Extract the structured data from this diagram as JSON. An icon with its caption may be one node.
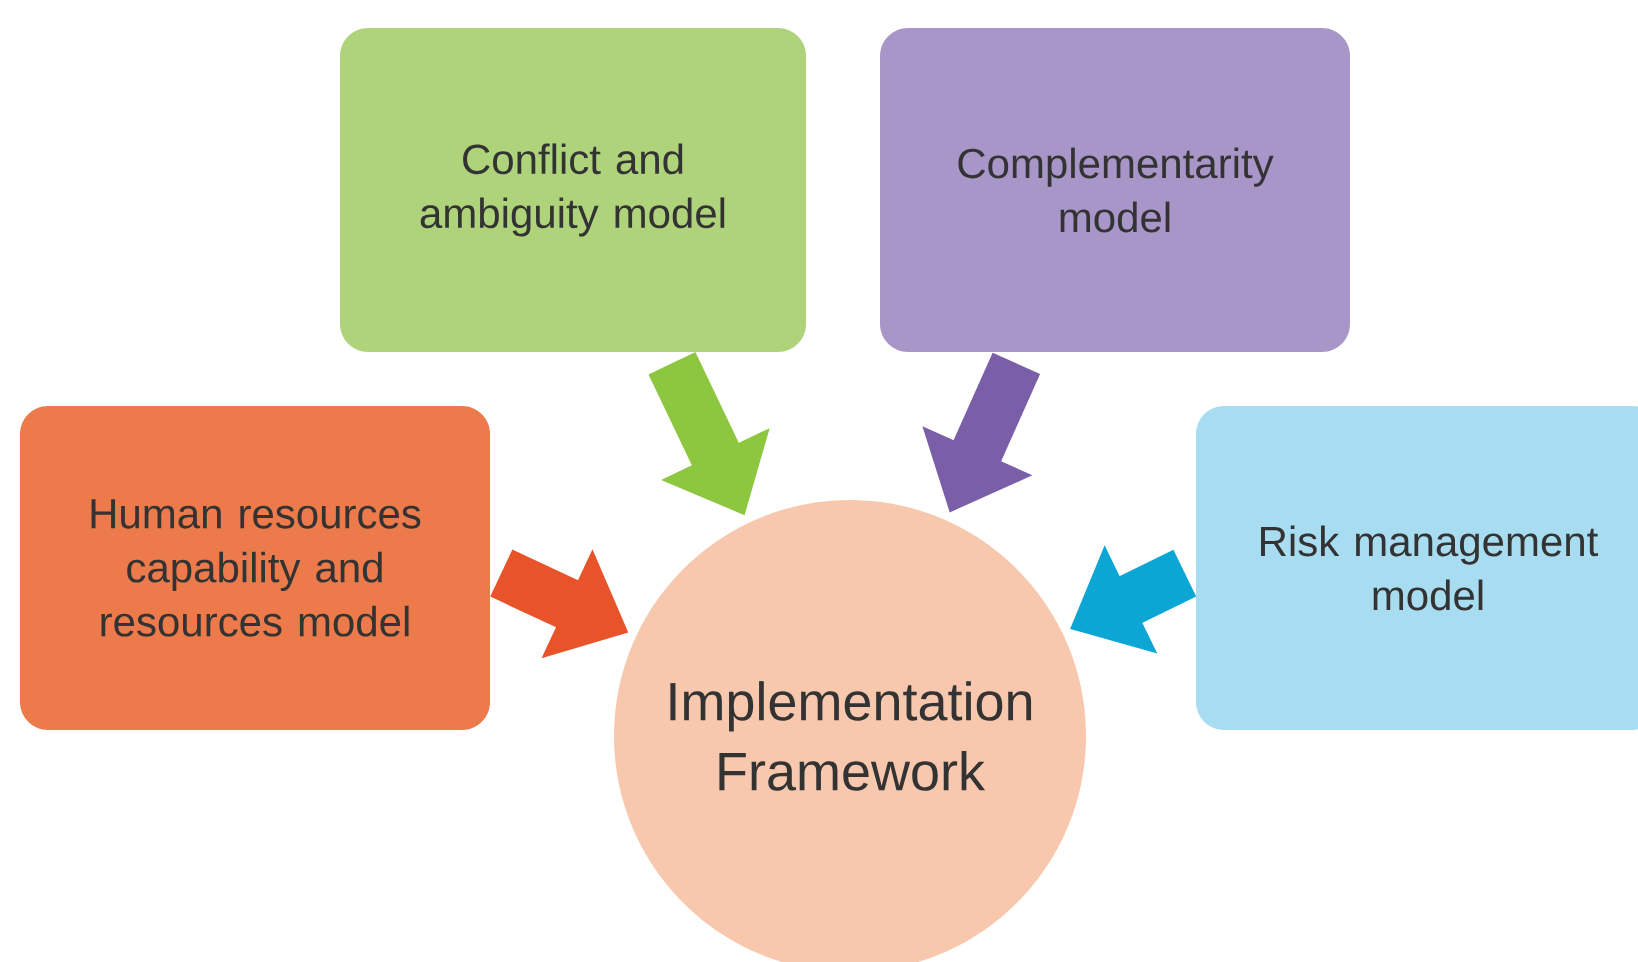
{
  "diagram": {
    "nodes": [
      {
        "text": [
          "Human resources capability and resources model"
        ]
      },
      {
        "text": [
          "Conflict and ambiguity model"
        ]
      },
      {
        "text": [
          "Complementarity model"
        ]
      },
      {
        "text": [
          "Risk management model"
        ]
      },
      {
        "text": [
          "Implementation Framework"
        ]
      }
    ],
    "edges": [
      {
        "from": 0,
        "to": 4,
        "arrow": "to",
        "color": "#e8532a"
      },
      {
        "from": 1,
        "to": 4,
        "arrow": "to",
        "color": "#8dc63f"
      },
      {
        "from": 2,
        "to": 4,
        "arrow": "to",
        "color": "#7b5ea8"
      },
      {
        "from": 3,
        "to": 4,
        "arrow": "to",
        "color": "#0ba6d3"
      }
    ]
  }
}
